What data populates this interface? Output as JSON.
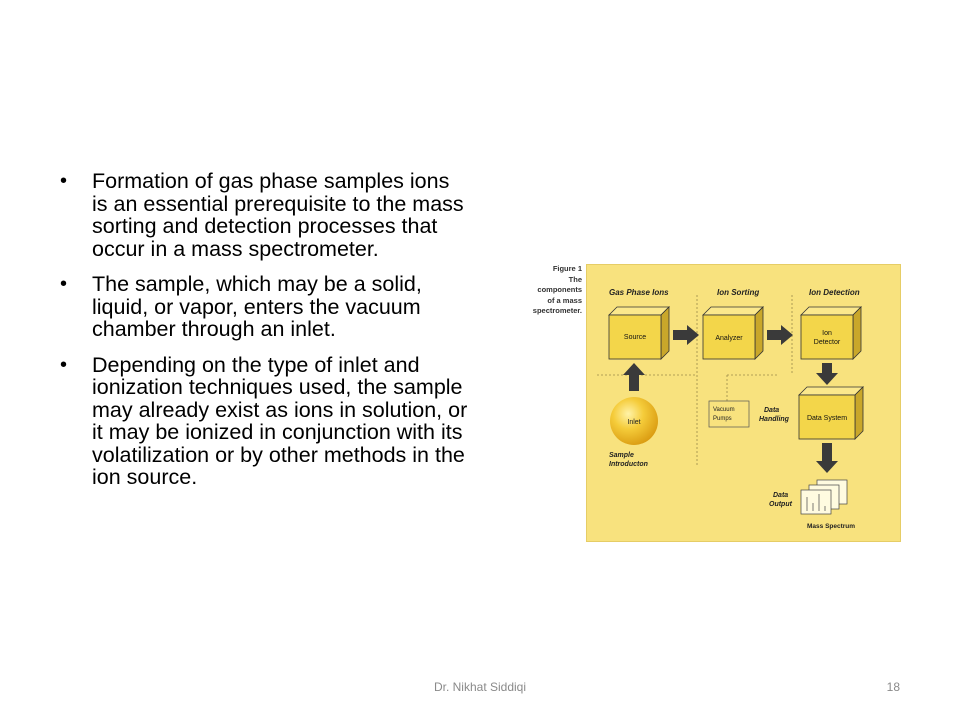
{
  "bullets": [
    "Formation of gas phase samples ions is an essential prerequisite to the mass sorting and detection processes that occur in a mass spectrometer.",
    "The sample, which may be a solid, liquid, or vapor, enters the vacuum chamber through an inlet.",
    "Depending on the type of inlet and ionization techniques used, the sample may already exist as ions in solution, or it may be ionized in conjunction with its volatilization or by other methods in the ion source."
  ],
  "bullet_symbol": "•",
  "figure": {
    "caption_line1": "Figure 1",
    "caption_line2": "The",
    "caption_line3": "components",
    "caption_line4": "of a mass",
    "caption_line5": "spectrometer.",
    "section_gas_phase_ions": "Gas Phase Ions",
    "section_ion_sorting": "Ion Sorting",
    "section_ion_detection": "Ion Detection",
    "box_source": "Source",
    "box_analyzer": "Analyzer",
    "box_ion_detector_line1": "Ion",
    "box_ion_detector_line2": "Detector",
    "box_data_system": "Data System",
    "inlet": "Inlet",
    "sample_intro_line1": "Sample",
    "sample_intro_line2": "Introducton",
    "vacuum_line1": "Vacuum",
    "vacuum_line2": "Pumps",
    "data_handling_line1": "Data",
    "data_handling_line2": "Handling",
    "data_output_line1": "Data",
    "data_output_line2": "Output",
    "mass_spectrum": "Mass Spectrum"
  },
  "footer": {
    "author": "Dr. Nikhat Siddiqi",
    "page": "18"
  },
  "colors": {
    "figure_background": "#f8e27e",
    "box_fill": "#f3d64a",
    "inlet_sphere": "#f2c230",
    "arrow": "#3a3a3a"
  }
}
